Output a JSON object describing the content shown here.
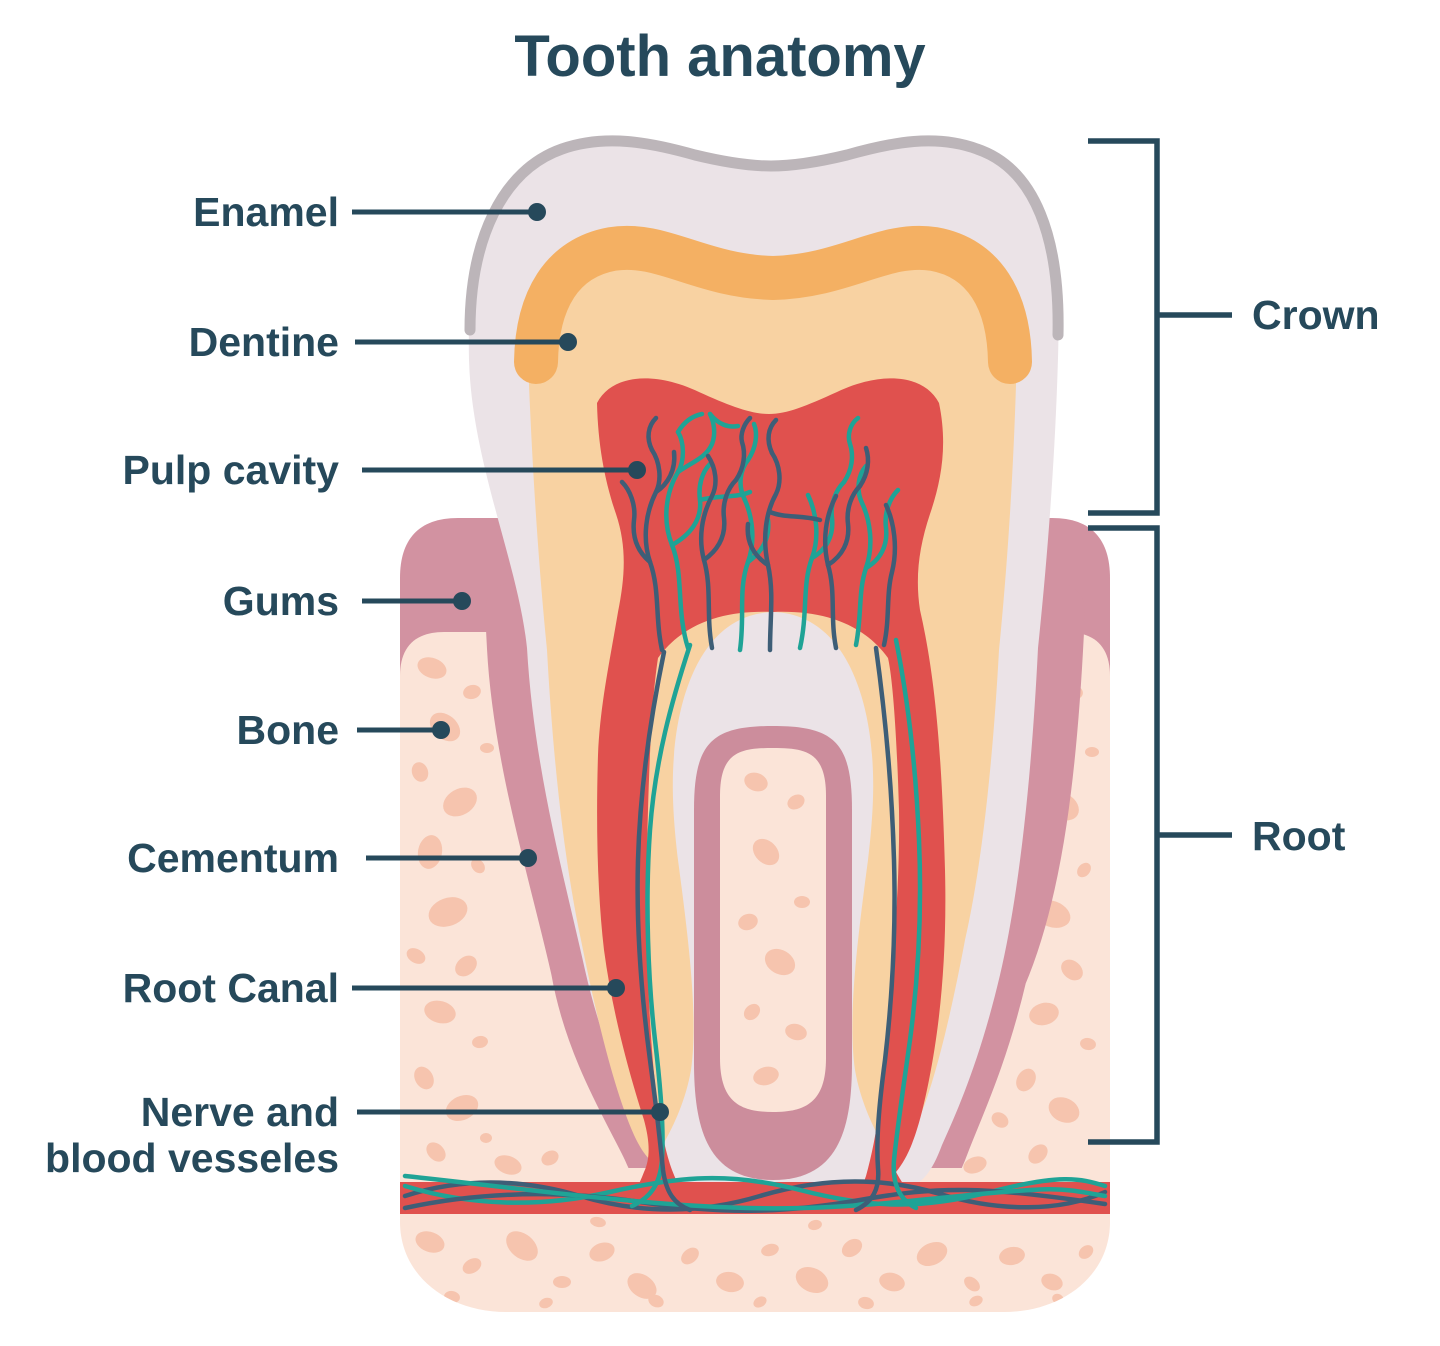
{
  "title": "Tooth anatomy",
  "labels": {
    "left": [
      {
        "text": "Enamel"
      },
      {
        "text": "Dentine"
      },
      {
        "text": "Pulp cavity"
      },
      {
        "text": "Gums"
      },
      {
        "text": "Bone"
      },
      {
        "text": "Cementum"
      },
      {
        "text": "Root Canal"
      },
      {
        "line1": "Nerve and",
        "line2": "blood vesseles"
      }
    ],
    "right": [
      {
        "text": "Crown"
      },
      {
        "text": "Root"
      }
    ]
  },
  "colors": {
    "ink": "#26495B",
    "enamel": "#EBE3E7",
    "enamel_edge": "#BCB5B9",
    "dentine": "#F8D2A2",
    "dentine_dark": "#F4B063",
    "pulp": "#E0514E",
    "vessel_band": "#E0514E",
    "gums": "#D292A1",
    "gums_dark": "#CC8D9C",
    "bone_bg": "#FBE4D8",
    "bone_spots": "#F6C4AE",
    "nerve_teal": "#1FA396",
    "nerve_slate": "#3E5E77"
  }
}
